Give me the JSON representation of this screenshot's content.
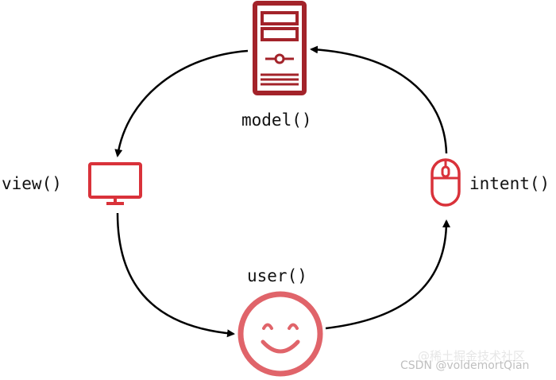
{
  "diagram": {
    "nodes": {
      "model": {
        "label": "model()",
        "icon": "server-icon"
      },
      "view": {
        "label": "view()",
        "icon": "monitor-icon"
      },
      "intent": {
        "label": "intent()",
        "icon": "mouse-icon"
      },
      "user": {
        "label": "user()",
        "icon": "smiley-icon"
      }
    },
    "edges": [
      {
        "from": "model",
        "to": "view"
      },
      {
        "from": "view",
        "to": "user"
      },
      {
        "from": "user",
        "to": "intent"
      },
      {
        "from": "intent",
        "to": "model"
      }
    ]
  },
  "watermark": {
    "line1": "@稀土掘金技术社区",
    "line2": "CSDN @voldemortQian"
  },
  "colors": {
    "server": "#a3232a",
    "monitor": "#d9323a",
    "mouse": "#d9323a",
    "smiley": "#e0646a",
    "arrow": "#000000",
    "text": "#111111"
  }
}
